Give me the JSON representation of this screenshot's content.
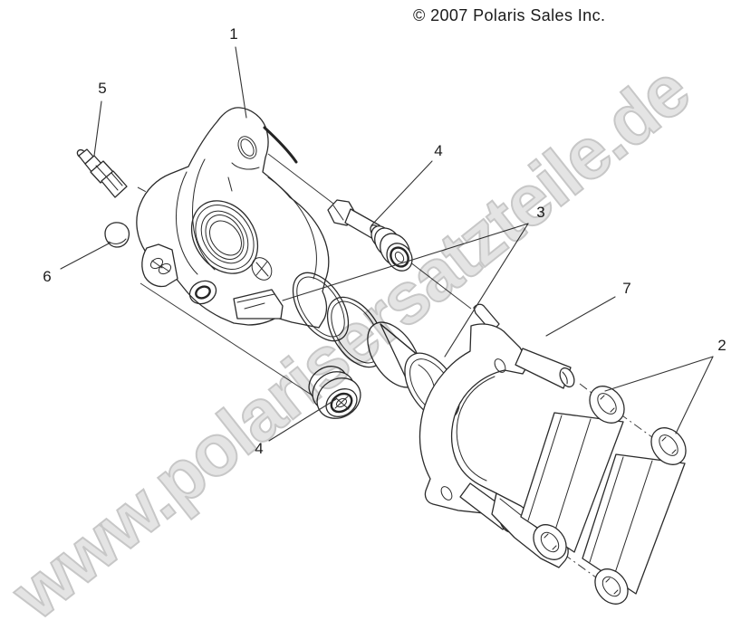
{
  "copyright": "© 2007 Polaris Sales Inc.",
  "watermark": {
    "text": "www.polarisersatzteile.de",
    "fill_color": "#e4e4e4",
    "outline_color": "#c7c7c7"
  },
  "diagram": {
    "description": "Exploded parts view of a rear brake caliper assembly",
    "line_color": "#2b2b2b",
    "background_color": "#ffffff",
    "callouts": [
      {
        "label": "1",
        "part": "caliper-body"
      },
      {
        "label": "2",
        "part": "brake-pads"
      },
      {
        "label": "3",
        "part": "seal-and-piston-kit"
      },
      {
        "label": "4",
        "part": "slide-pin-boot-upper"
      },
      {
        "label": "4",
        "part": "slide-pin-boot-lower"
      },
      {
        "label": "5",
        "part": "bleeder-screw"
      },
      {
        "label": "6",
        "part": "bleeder-cap"
      },
      {
        "label": "7",
        "part": "mounting-bracket"
      }
    ]
  }
}
